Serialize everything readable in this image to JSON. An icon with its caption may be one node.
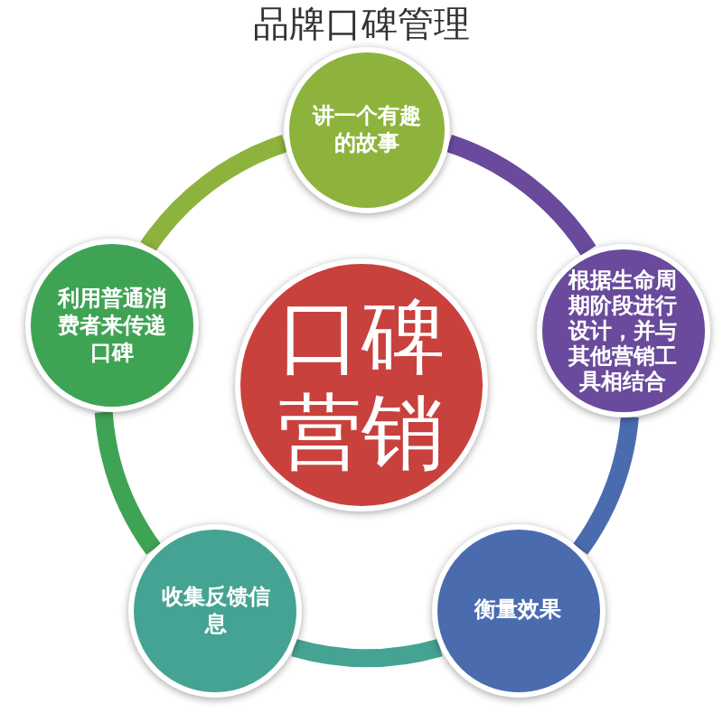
{
  "diagram": {
    "title": "品牌口碑管理",
    "nodes": [
      {
        "text": [
          "口碑营销"
        ]
      },
      {
        "text": [
          "讲一个有趣的故事"
        ]
      },
      {
        "text": [
          "根据生命周期阶段进行设计，并与其他营销工具相结合"
        ]
      },
      {
        "text": [
          "衡量效果"
        ]
      },
      {
        "text": [
          "收集反馈信息"
        ]
      },
      {
        "text": [
          "利用普通消费者来传递口碑"
        ]
      }
    ],
    "edges": [
      {
        "from": 1,
        "to": 2,
        "arrow": "none",
        "color": "#6a4a9c"
      },
      {
        "from": 2,
        "to": 3,
        "arrow": "none",
        "color": "#4a6cae"
      },
      {
        "from": 3,
        "to": 4,
        "arrow": "none",
        "color": "#45a394"
      },
      {
        "from": 4,
        "to": 5,
        "arrow": "none",
        "color": "#3fa354"
      },
      {
        "from": 5,
        "to": 1,
        "arrow": "none",
        "color": "#8db33d"
      }
    ]
  }
}
